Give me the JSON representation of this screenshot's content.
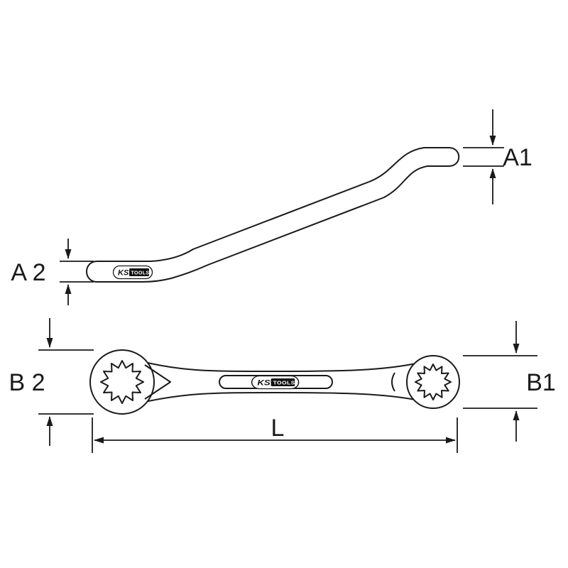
{
  "drawing": {
    "brand": {
      "ks": "KS",
      "tools": "TOOLS"
    },
    "dimensions": {
      "a1": "A1",
      "a2": "A 2",
      "b1": "B1",
      "b2": "B 2",
      "length": "L"
    },
    "colors": {
      "line": "#1a1a1a",
      "background": "#ffffff",
      "logo_box": "#111111",
      "logo_text": "#ffffff"
    }
  }
}
